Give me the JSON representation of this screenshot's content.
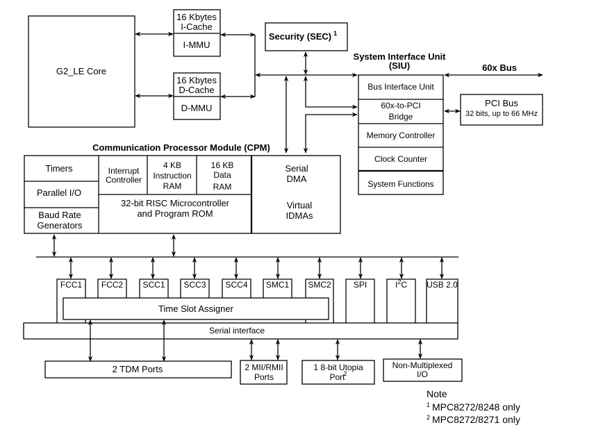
{
  "title": "MPC8272 Block Diagram",
  "core": {
    "label": "G2_LE Core"
  },
  "icache": {
    "line1": "16 Kbytes",
    "line2": "I-Cache",
    "mmu": "I-MMU"
  },
  "dcache": {
    "line1": "16 Kbytes",
    "line2": "D-Cache",
    "mmu": "D-MMU"
  },
  "security": {
    "label": "Security (SEC)",
    "note_ref": "1"
  },
  "siu": {
    "title_line1": "System Interface Unit",
    "title_line2": "(SIU)",
    "blocks": [
      {
        "line1": "Bus Interface Unit",
        "line2": ""
      },
      {
        "line1": "60x-to-PCI",
        "line2": "Bridge"
      },
      {
        "line1": "Memory Controller",
        "line2": ""
      },
      {
        "line1": "Clock Counter",
        "line2": ""
      },
      {
        "line1": "System Functions",
        "line2": ""
      }
    ]
  },
  "bus60x": {
    "label": "60x Bus"
  },
  "pci": {
    "line1": "PCI Bus",
    "line2": "32 bits, up to 66 MHz"
  },
  "cpm": {
    "title": "Communication Processor Module (CPM)",
    "timers": "Timers",
    "parallel_io": "Parallel I/O",
    "brg_line1": "Baud Rate",
    "brg_line2": "Generators",
    "interrupt_line1": "Interrupt",
    "interrupt_line2": "Controller",
    "iram_line1": "4 KB",
    "iram_line2": "Instruction",
    "iram_line3": "RAM",
    "dram_line1": "16 KB",
    "dram_line2": "Data",
    "dram_line3": "RAM",
    "risc_line1": "32-bit RISC Microcontroller",
    "risc_line2": "and Program ROM",
    "sdma_line1": "Serial",
    "sdma_line2": "DMA",
    "idma_line1": "Virtual",
    "idma_line2": "IDMAs"
  },
  "peripherals": [
    {
      "label": "FCC1"
    },
    {
      "label": "FCC2"
    },
    {
      "label": "SCC1"
    },
    {
      "label": "SCC3"
    },
    {
      "label": "SCC4"
    },
    {
      "label": "SMC1"
    },
    {
      "label": "SMC2"
    },
    {
      "label": "SPI"
    },
    {
      "label": "I",
      "sup": "2",
      "rest": "C"
    },
    {
      "label": "USB 2.0"
    }
  ],
  "tsa": {
    "label": "Time Slot Assigner"
  },
  "serial_interface": {
    "label": "Serial interface"
  },
  "ports": {
    "tdm": "2 TDM Ports",
    "mii_line1": "2 MII/RMII",
    "mii_line2": "Ports",
    "utopia_line1": "1 8-bit Utopia",
    "utopia_line2": "Port",
    "utopia_ref": "2",
    "nonmux_line1": "Non-Multiplexed",
    "nonmux_line2": "I/O"
  },
  "notes": {
    "heading": "Note",
    "items": [
      {
        "ref": "1",
        "text": "MPC8272/8248 only"
      },
      {
        "ref": "2",
        "text": "MPC8272/8271 only"
      }
    ]
  }
}
